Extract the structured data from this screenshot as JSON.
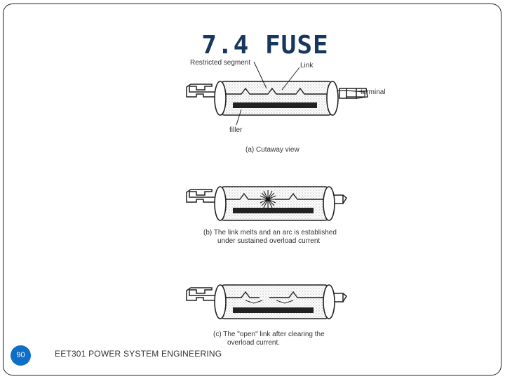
{
  "slide": {
    "title": "7.4 FUSE",
    "page_number": "90",
    "footer": "EET301 POWER SYSTEM ENGINEERING"
  },
  "figure": {
    "labels": {
      "restricted_segment": "Restricted segment",
      "link": "Link",
      "terminal": "terminal",
      "filler": "filler",
      "caption_a": "(a)  Cutaway view",
      "caption_b_line1": "(b)  The link melts and an arc is established",
      "caption_b_line2": "under sustained overload current",
      "caption_c_line1": "(c)  The \"open\" link after clearing the",
      "caption_c_line2": "overload current."
    }
  }
}
